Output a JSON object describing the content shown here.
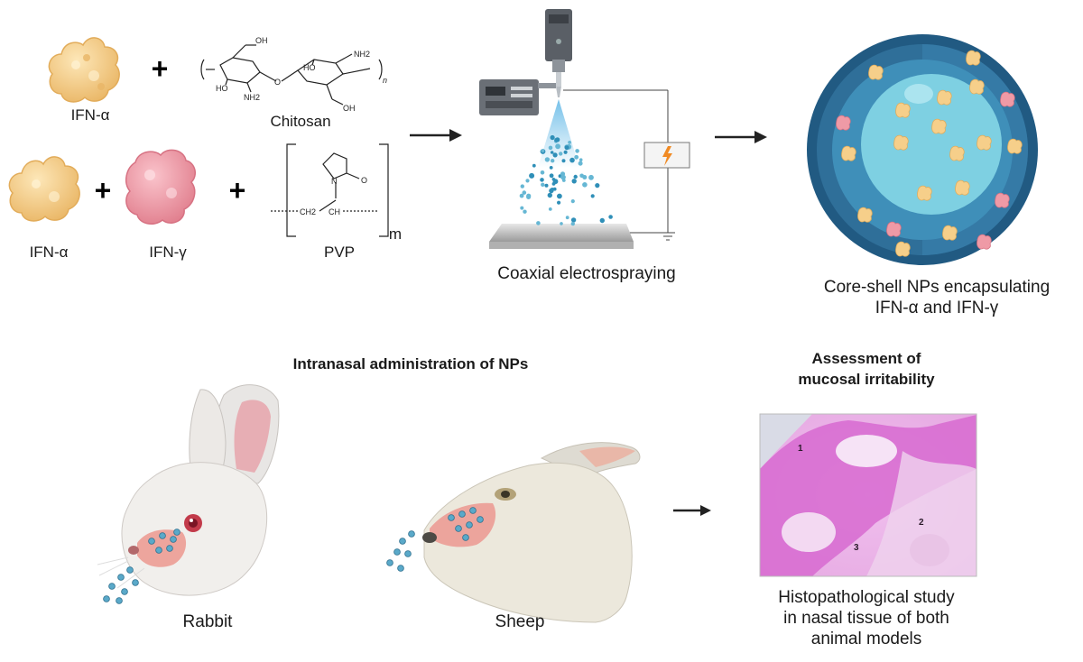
{
  "top_left": {
    "ifn_alpha_label": "IFN-α",
    "chitosan_label": "Chitosan",
    "ifn_alpha_label_2": "IFN-α",
    "ifn_gamma_label": "IFN-γ",
    "pvp_label": "PVP",
    "pvp_subscript": "m",
    "chitosan_subscript": "n",
    "chem_oh_1": "OH",
    "chem_ho_1": "HO",
    "chem_nh2_1": "NH2",
    "chem_ho_2": "HO",
    "chem_nh2_2": "NH2",
    "chem_oh_2": "OH",
    "chem_o": "O",
    "pvp_n": "N",
    "pvp_o": "O",
    "pvp_ch2": "CH2",
    "pvp_ch": "CH"
  },
  "process": {
    "label": "Coaxial electrospraying"
  },
  "result": {
    "line1": "Core-shell NPs encapsulating",
    "line2": "IFN-α and IFN-γ"
  },
  "administration": {
    "title": "Intranasal administration of NPs",
    "rabbit_label": "Rabbit",
    "sheep_label": "Sheep"
  },
  "assessment": {
    "title_line1": "Assessment of",
    "title_line2": "mucosal irritability",
    "micro_labels": [
      "1",
      "2",
      "3"
    ],
    "caption_line1": "Histopathological study",
    "caption_line2": "in nasal tissue of both",
    "caption_line3": "animal models"
  },
  "colors": {
    "ifn_alpha": "#f6cf8a",
    "ifn_gamma": "#ef9aa6",
    "shell": "#2f6f99",
    "core": "#7ed0e2",
    "histology": "#d76ad0"
  }
}
